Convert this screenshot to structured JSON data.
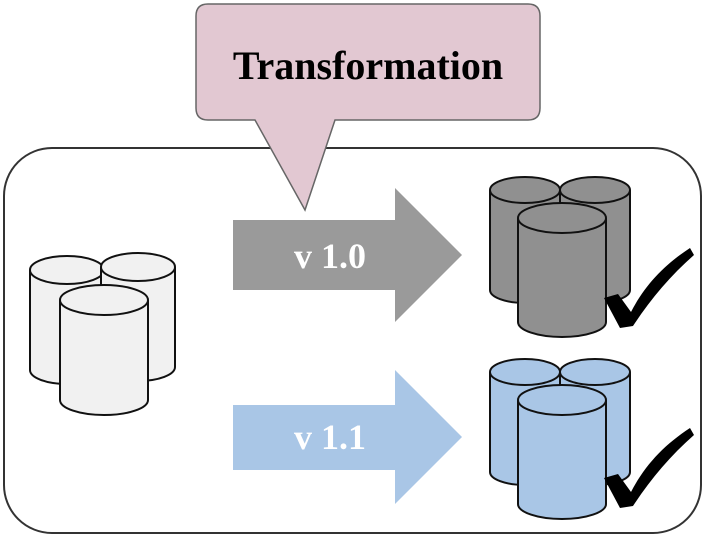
{
  "callout": {
    "label": "Transformation",
    "fill": "#e2c8d2"
  },
  "source_database": {
    "fill": "#f1f1f1"
  },
  "transforms": [
    {
      "version_label": "v 1.0",
      "arrow_color": "#9a9a9a",
      "db_fill": "#909090",
      "status_icon": "checkmark-icon"
    },
    {
      "version_label": "v 1.1",
      "arrow_color": "#a9c6e6",
      "db_fill": "#a9c6e6",
      "status_icon": "checkmark-icon"
    }
  ],
  "colors": {
    "frame_stroke": "#333333",
    "outline": "#111111"
  }
}
